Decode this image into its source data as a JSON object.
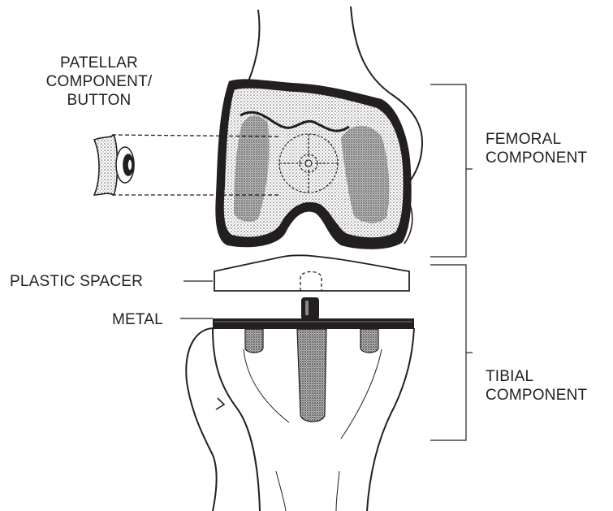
{
  "labels": {
    "patellar": [
      "PATELLAR",
      "COMPONENT/",
      "BUTTON"
    ],
    "femoral": [
      "FEMORAL",
      "COMPONENT"
    ],
    "plastic_spacer": "PLASTIC SPACER",
    "metal": "METAL",
    "tibial": [
      "TIBIAL",
      "COMPONENT"
    ]
  },
  "colors": {
    "ink": "#231f20",
    "stipple": "#8a8a8a",
    "paper": "#ffffff"
  }
}
